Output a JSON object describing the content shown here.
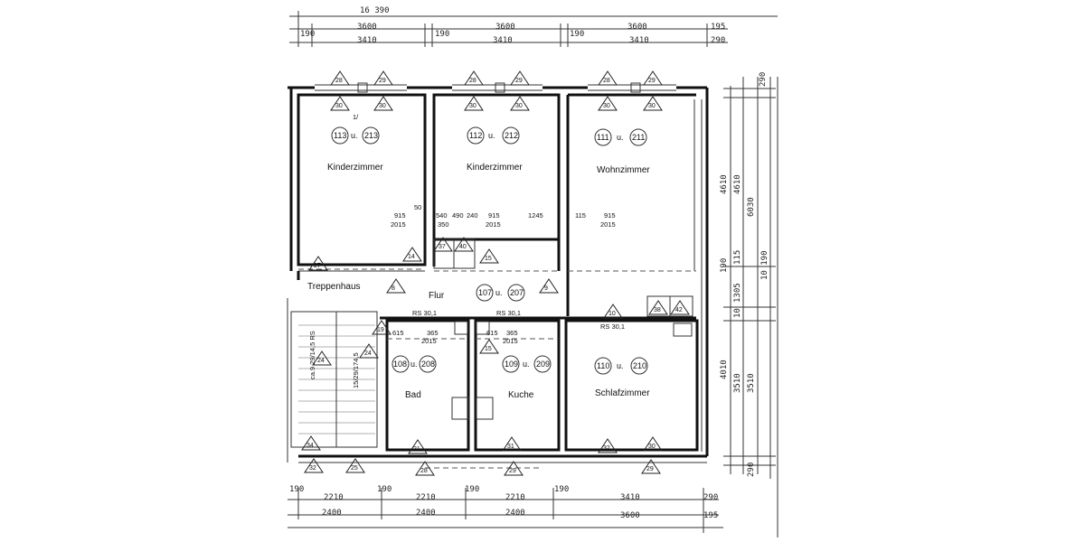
{
  "dimensions": {
    "top": [
      "16 390",
      "3600",
      "3600",
      "3600",
      "195",
      "190",
      "190",
      "190",
      "3410",
      "3410",
      "3410",
      "290"
    ],
    "right": [
      "290",
      "4610",
      "4610",
      "6030",
      "10 190",
      "115",
      "190",
      "1305",
      "10",
      "4010",
      "3510",
      "3510",
      "290"
    ],
    "bottom": [
      "190",
      "2210",
      "190",
      "2210",
      "190",
      "2210",
      "190",
      "3410",
      "290",
      "2400",
      "2400",
      "2400",
      "3600",
      "195"
    ]
  },
  "rooms": [
    {
      "name": "Kinderzimmer",
      "num1": "113",
      "sep": "u.",
      "num2": "213"
    },
    {
      "name": "Kinderzimmer",
      "num1": "112",
      "sep": "u.",
      "num2": "212"
    },
    {
      "name": "Wohnzimmer",
      "num1": "111",
      "sep": "u.",
      "num2": "211"
    },
    {
      "name": "Treppenhaus"
    },
    {
      "name": "Flur",
      "num1": "107",
      "sep": "u.",
      "num2": "207"
    },
    {
      "name": "Bad",
      "num1": "108",
      "sep": "u.",
      "num2": "208"
    },
    {
      "name": "Kuche",
      "num1": "109",
      "sep": "u.",
      "num2": "209"
    },
    {
      "name": "Schlafzimmer",
      "num1": "110",
      "sep": "u.",
      "num2": "210"
    }
  ],
  "triangles": [
    "28",
    "29",
    "30",
    "30",
    "28",
    "29",
    "30",
    "30",
    "28",
    "29",
    "30",
    "30",
    "27",
    "14",
    "15",
    "8",
    "9",
    "10",
    "19",
    "15",
    "24",
    "24",
    "21",
    "31",
    "32",
    "30",
    "34",
    "32",
    "25",
    "28",
    "29",
    "29",
    "37",
    "40",
    "38",
    "42"
  ],
  "openings": [
    "915",
    "2015",
    "540",
    "490",
    "240",
    "915",
    "2015",
    "1245",
    "350",
    "915",
    "2015",
    "115",
    "50",
    "615",
    "365",
    "2015",
    "615",
    "365",
    "2015",
    "RS 30,1",
    "RS 30,1",
    "RS 30,1",
    "1/"
  ],
  "stairs": [
    "ca.9 29/14,5 RS",
    "15/29/174,5"
  ]
}
